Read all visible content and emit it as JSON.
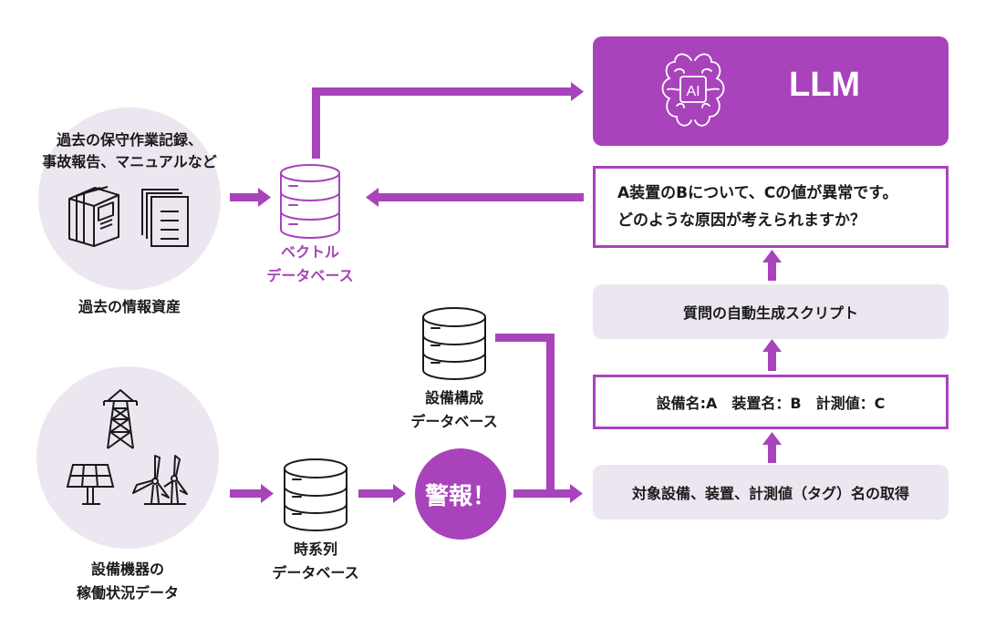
{
  "colors": {
    "accent": "#a843bb",
    "light": "#ece6f0",
    "text": "#1a1a1a"
  },
  "past_assets": {
    "caption_line1": "過去の保守作業記録、",
    "caption_line2": "事故報告、マニュアルなど",
    "label": "過去の情報資産",
    "icons": [
      "books-icon",
      "documents-icon"
    ]
  },
  "equipment": {
    "label_line1": "設備機器の",
    "label_line2": "稼働状況データ",
    "icons": [
      "power-tower-icon",
      "solar-panel-icon",
      "wind-turbine-icon"
    ]
  },
  "vector_db": {
    "label_line1": "ベクトル",
    "label_line2": "データベース"
  },
  "config_db": {
    "label_line1": "設備構成",
    "label_line2": "データベース"
  },
  "timeseries_db": {
    "label_line1": "時系列",
    "label_line2": "データベース"
  },
  "alert": {
    "label": "警報！"
  },
  "llm": {
    "label": "LLM",
    "icon_text": "AI"
  },
  "question_box": {
    "line1": "A装置のBについて、Cの値が異常です。",
    "line2": "どのような原因が考えられますか？"
  },
  "script_box": {
    "label": "質問の自動生成スクリプト"
  },
  "names_box": {
    "label": "設備名:A　装置名：B　計測値：C"
  },
  "acquire_box": {
    "label": "対象設備、装置、計測値（タグ）名の取得"
  }
}
